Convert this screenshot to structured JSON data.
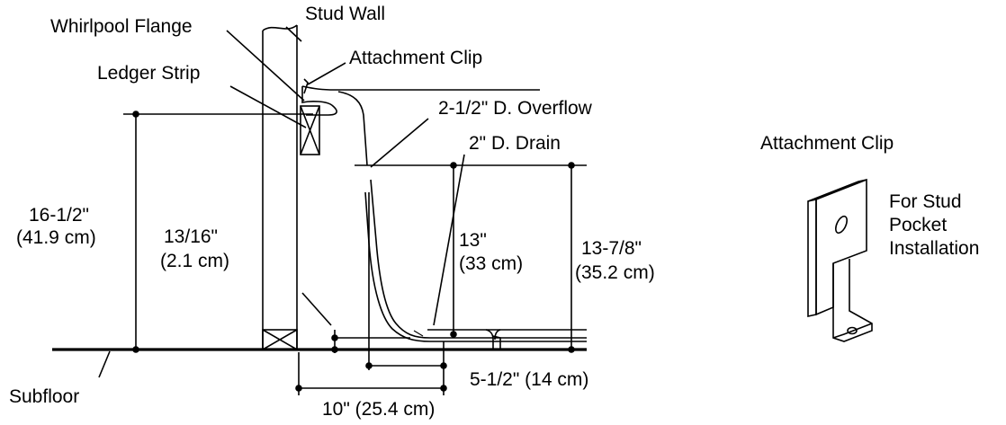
{
  "diagram": {
    "labels": {
      "whirlpool_flange": "Whirlpool Flange",
      "stud_wall": "Stud Wall",
      "attachment_clip": "Attachment Clip",
      "ledger_strip": "Ledger Strip",
      "overflow": "2-1/2\" D. Overflow",
      "drain": "2\" D. Drain",
      "subfloor": "Subfloor"
    },
    "dimensions": {
      "height_total": [
        "16-1/2\"",
        "(41.9 cm)"
      ],
      "offset_small": [
        "13/16\"",
        "(2.1 cm)"
      ],
      "height_drain": [
        "13\"",
        "(33 cm)"
      ],
      "height_overflow": [
        "13-7/8\"",
        "(35.2 cm)"
      ],
      "overflow_to_drain": "5-1/2\" (14 cm)",
      "wall_to_drain": "10\" (25.4 cm)"
    },
    "detail": {
      "title": "Attachment Clip",
      "note": [
        "For Stud",
        "Pocket",
        "Installation"
      ]
    }
  }
}
